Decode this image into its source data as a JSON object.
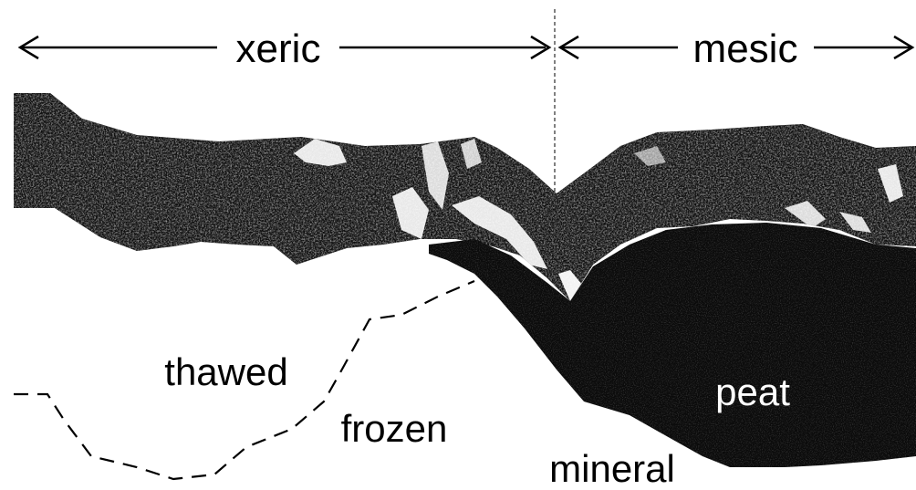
{
  "zones": {
    "left": "xeric",
    "right": "mesic"
  },
  "labels": {
    "thawed": "thawed",
    "frozen": "frozen",
    "mineral": "mineral",
    "peat": "peat"
  },
  "colors": {
    "ink": "#000000",
    "background": "#ffffff",
    "speckle_light": "#bdbdbd",
    "speckle_dark": "#4a4a4a"
  }
}
